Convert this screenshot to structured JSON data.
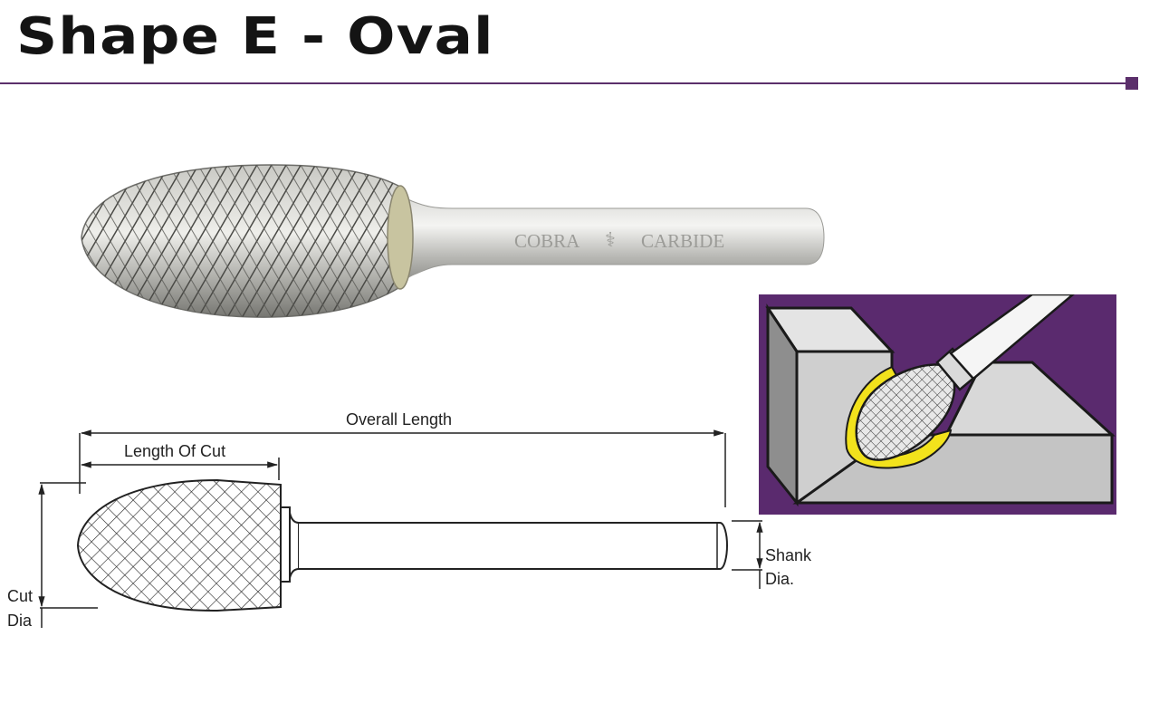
{
  "title": "Shape E - Oval",
  "brand_marking": {
    "left": "COBRA",
    "right": "CARBIDE"
  },
  "dimensions": {
    "overall_length": "Overall Length",
    "length_of_cut": "Length Of Cut",
    "cut_dia_line1": "Cut",
    "cut_dia_line2": "Dia",
    "shank_dia_line1": "Shank",
    "shank_dia_line2": "Dia."
  },
  "colors": {
    "accent_purple": "#5b2f6b",
    "inset_background": "#5a2a6e",
    "cut_highlight": "#f2e21c"
  }
}
